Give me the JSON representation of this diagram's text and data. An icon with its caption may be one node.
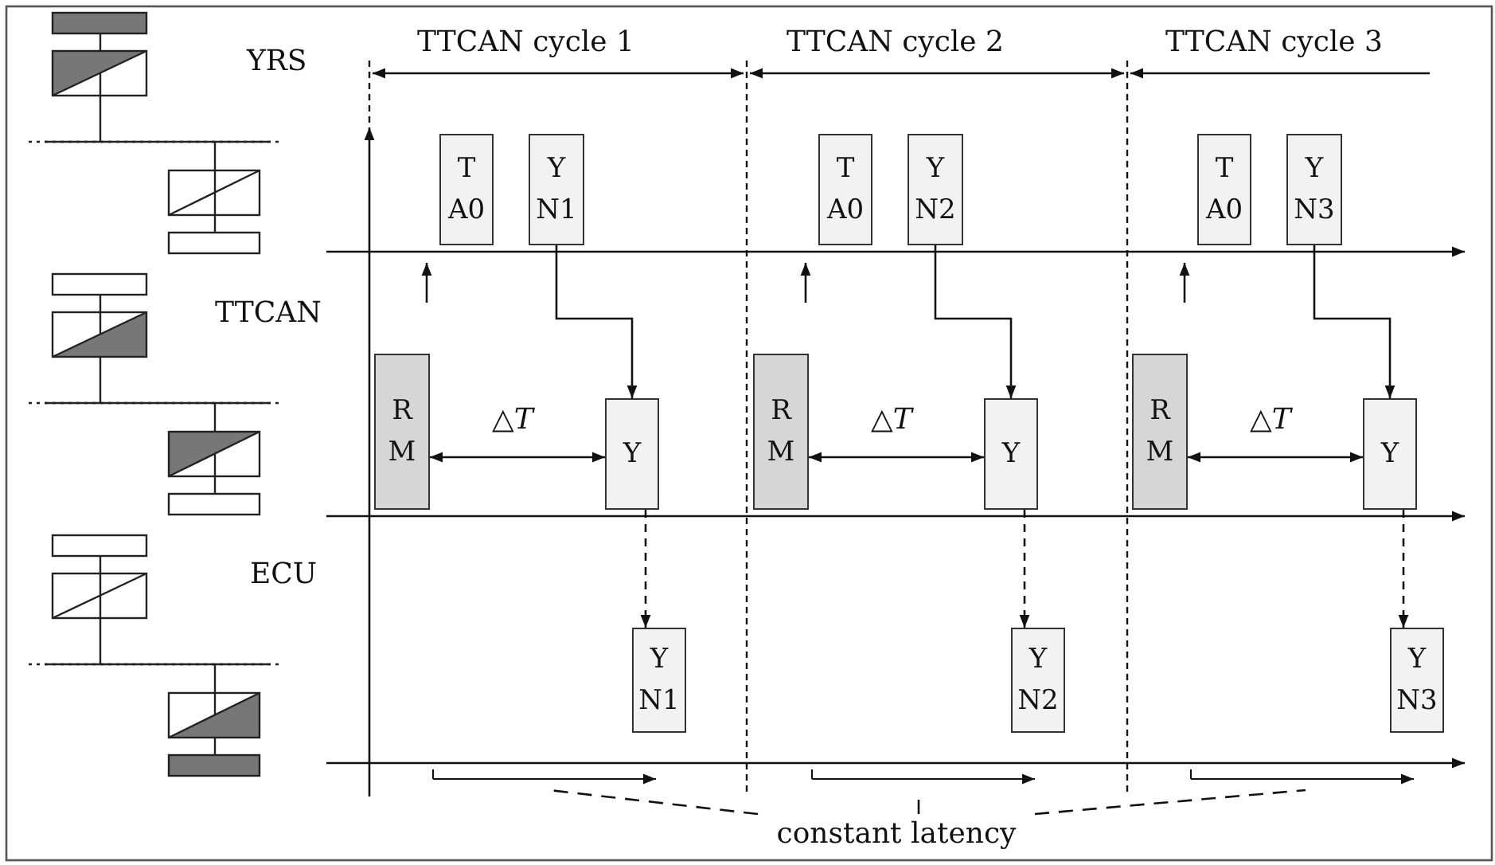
{
  "diagram": {
    "nodes": [
      {
        "text": [
          "T A0"
        ]
      },
      {
        "text": [
          "Y N1"
        ]
      },
      {
        "text": [
          "R M"
        ]
      },
      {
        "text": [
          "Y"
        ]
      },
      {
        "text": [
          "Y N1"
        ]
      },
      {
        "text": [
          "T A0"
        ]
      },
      {
        "text": [
          "Y N2"
        ]
      },
      {
        "text": [
          "R M"
        ]
      },
      {
        "text": [
          "Y"
        ]
      },
      {
        "text": [
          "Y N2"
        ]
      },
      {
        "text": [
          "T A0"
        ]
      },
      {
        "text": [
          "Y N3"
        ]
      },
      {
        "text": [
          "R M"
        ]
      },
      {
        "text": [
          "Y"
        ]
      },
      {
        "text": [
          "Y N3"
        ]
      },
      {
        "text": [
          "constant latency"
        ]
      }
    ],
    "edges": [
      {
        "from": 1,
        "to": 3,
        "arrow": "to"
      },
      {
        "from": 2,
        "to": 3,
        "arrow": "both",
        "label": "△*T*"
      },
      {
        "from": 3,
        "to": 4,
        "arrow": "to",
        "style": "dashed"
      },
      {
        "from": 6,
        "to": 8,
        "arrow": "to"
      },
      {
        "from": 7,
        "to": 8,
        "arrow": "both",
        "label": "△*T*"
      },
      {
        "from": 8,
        "to": 9,
        "arrow": "to",
        "style": "dashed"
      },
      {
        "from": 11,
        "to": 13,
        "arrow": "to"
      },
      {
        "from": 12,
        "to": 13,
        "arrow": "both",
        "label": "△*T*"
      },
      {
        "from": 13,
        "to": 14,
        "arrow": "to",
        "style": "dashed"
      },
      {
        "from": 15,
        "to": null,
        "arrow": "none",
        "style": "dashed"
      },
      {
        "from": 15,
        "to": null,
        "arrow": "none",
        "style": "dashed"
      },
      {
        "from": 15,
        "to": null,
        "arrow": "none",
        "style": "dashed"
      }
    ],
    "labels": [
      "YRS",
      "TTCAN cycle 1",
      "TTCAN cycle 2",
      "TTCAN cycle 3",
      "TTCAN",
      "ECU"
    ]
  }
}
